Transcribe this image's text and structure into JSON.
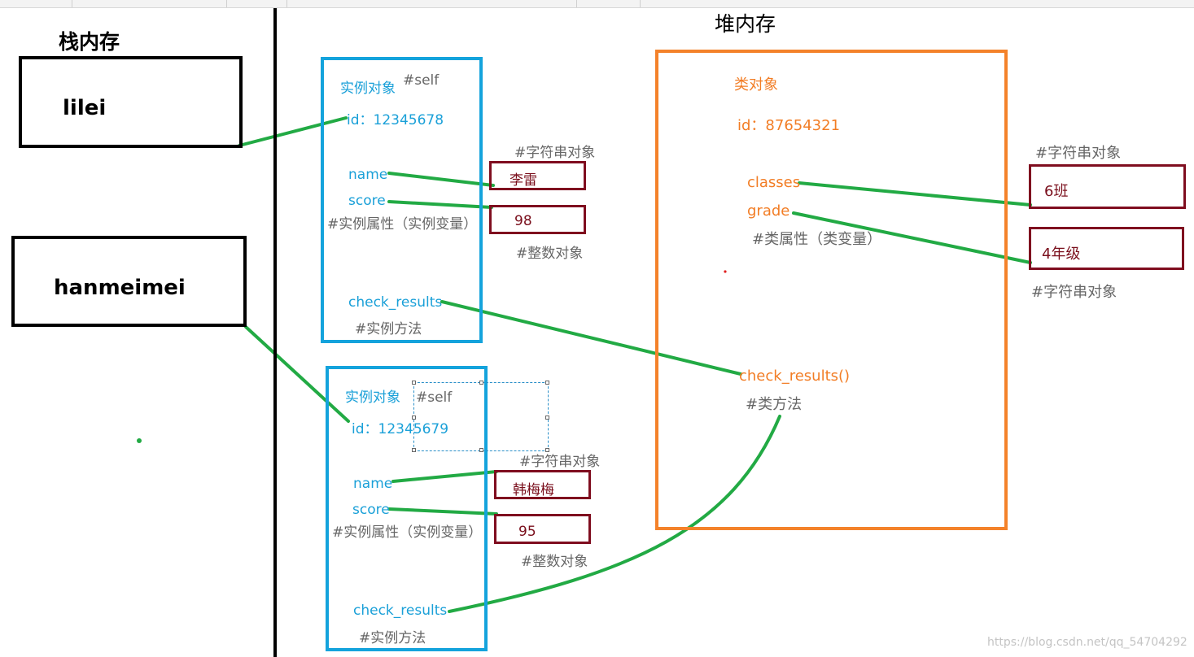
{
  "colors": {
    "stack": "#000000",
    "instance": "#14a3dc",
    "class": "#f4822a",
    "value": "#7f0d1f",
    "link": "#22aa44",
    "comment": "#666666"
  },
  "stack": {
    "title": "栈内存",
    "vars": [
      "lilei",
      "hanmeimei"
    ]
  },
  "heap": {
    "title": "堆内存"
  },
  "instances": [
    {
      "title": "实例对象",
      "self": "#self",
      "id": "id：12345678",
      "name": "name",
      "score": "score",
      "attr_comment": "#实例属性（实例变量）",
      "method": "check_results",
      "method_comment": "#实例方法",
      "name_value": "李雷",
      "name_comment": "#字符串对象",
      "score_value": "98",
      "score_comment": "#整数对象"
    },
    {
      "title": "实例对象",
      "self": "#self",
      "id": "id：12345679",
      "name": "name",
      "score": "score",
      "attr_comment": "#实例属性（实例变量）",
      "method": "check_results",
      "method_comment": "#实例方法",
      "name_value": "韩梅梅",
      "name_comment": "#字符串对象",
      "score_value": "95",
      "score_comment": "#整数对象"
    }
  ],
  "class_object": {
    "title": "类对象",
    "id": "id：87654321",
    "attr1": "classes",
    "attr2": "grade",
    "attr_comment": "#类属性（类变量）",
    "method": "check_results()",
    "method_comment": "#类方法",
    "classes_value": "6班",
    "classes_comment": "#字符串对象",
    "grade_value": "4年级",
    "grade_comment": "#字符串对象"
  },
  "watermark": "https://blog.csdn.net/qq_54704292"
}
